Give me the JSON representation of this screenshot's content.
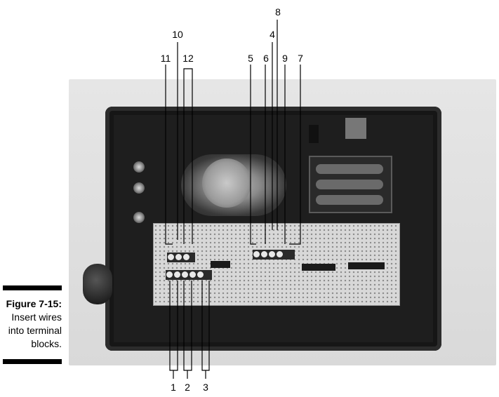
{
  "figure": {
    "label": "Figure 7-15:",
    "caption_lines": [
      "Insert wires",
      "into terminal",
      "blocks."
    ]
  },
  "callouts": {
    "top": [
      "8",
      "10",
      "4",
      "11",
      "12",
      "5",
      "6",
      "9",
      "7"
    ],
    "bottom": [
      "1",
      "2",
      "3"
    ]
  }
}
